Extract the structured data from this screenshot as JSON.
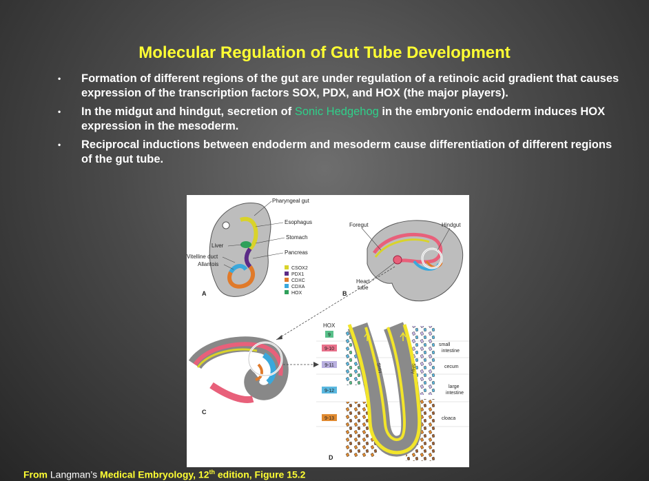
{
  "title": "Molecular Regulation of Gut Tube Development",
  "bullets": [
    {
      "text": "Formation of different regions of the gut are under regulation of a retinoic acid gradient that causes expression of the transcription factors SOX, PDX, and HOX (the major players)."
    },
    {
      "pre": "In the midgut and hindgut, secretion of ",
      "highlight": "Sonic Hedgehog",
      "post": " in the embryonic endoderm induces HOX expression in the mesoderm."
    },
    {
      "text": "Reciprocal inductions between endoderm and mesoderm cause differentiation of different regions of the gut tube."
    }
  ],
  "bullet_glyph": "•",
  "figure": {
    "panel_a": {
      "letter": "A",
      "labels": {
        "pharyngeal_gut": "Pharyngeal gut",
        "esophagus": "Esophagus",
        "stomach": "Stomach",
        "pancreas": "Pancreas",
        "liver": "Liver",
        "vitelline_duct": "Vitelline duct",
        "allantois": "Allantois"
      },
      "legend": [
        {
          "name": "CSOX2",
          "color": "#d9d32a"
        },
        {
          "name": "PDX1",
          "color": "#5b2a86"
        },
        {
          "name": "CDXC",
          "color": "#e07a2a"
        },
        {
          "name": "CDXA",
          "color": "#3aa8dc"
        },
        {
          "name": "HOX",
          "color": "#2fa05a"
        }
      ]
    },
    "panel_b": {
      "letter": "B",
      "foregut": "Foregut",
      "hindgut": "Hindgut",
      "heart_tube_1": "Heart",
      "heart_tube_2": "tube"
    },
    "panel_c": {
      "letter": "C"
    },
    "panel_d": {
      "letter": "D",
      "hox_header": "HOX",
      "hox_codes": [
        {
          "code": "9",
          "color": "#58c08a"
        },
        {
          "code": "9-10",
          "color": "#e8708a"
        },
        {
          "code": "9-11",
          "color": "#b9b0e0"
        },
        {
          "code": "9-12",
          "color": "#5ab8e0"
        },
        {
          "code": "9-13",
          "color": "#e08a30"
        }
      ],
      "shh_label": "SHH",
      "regions": {
        "small_1": "small",
        "small_2": "intestine",
        "cecum": "cecum",
        "large_1": "large",
        "large_2": "intestine",
        "cloaca": "cloaca"
      }
    }
  },
  "credit": {
    "prefix": "From ",
    "book": "Langman’s",
    "rest_a": " Medical Embryology, 12",
    "sup": "th",
    "rest_b": " edition, Figure 15.2"
  }
}
